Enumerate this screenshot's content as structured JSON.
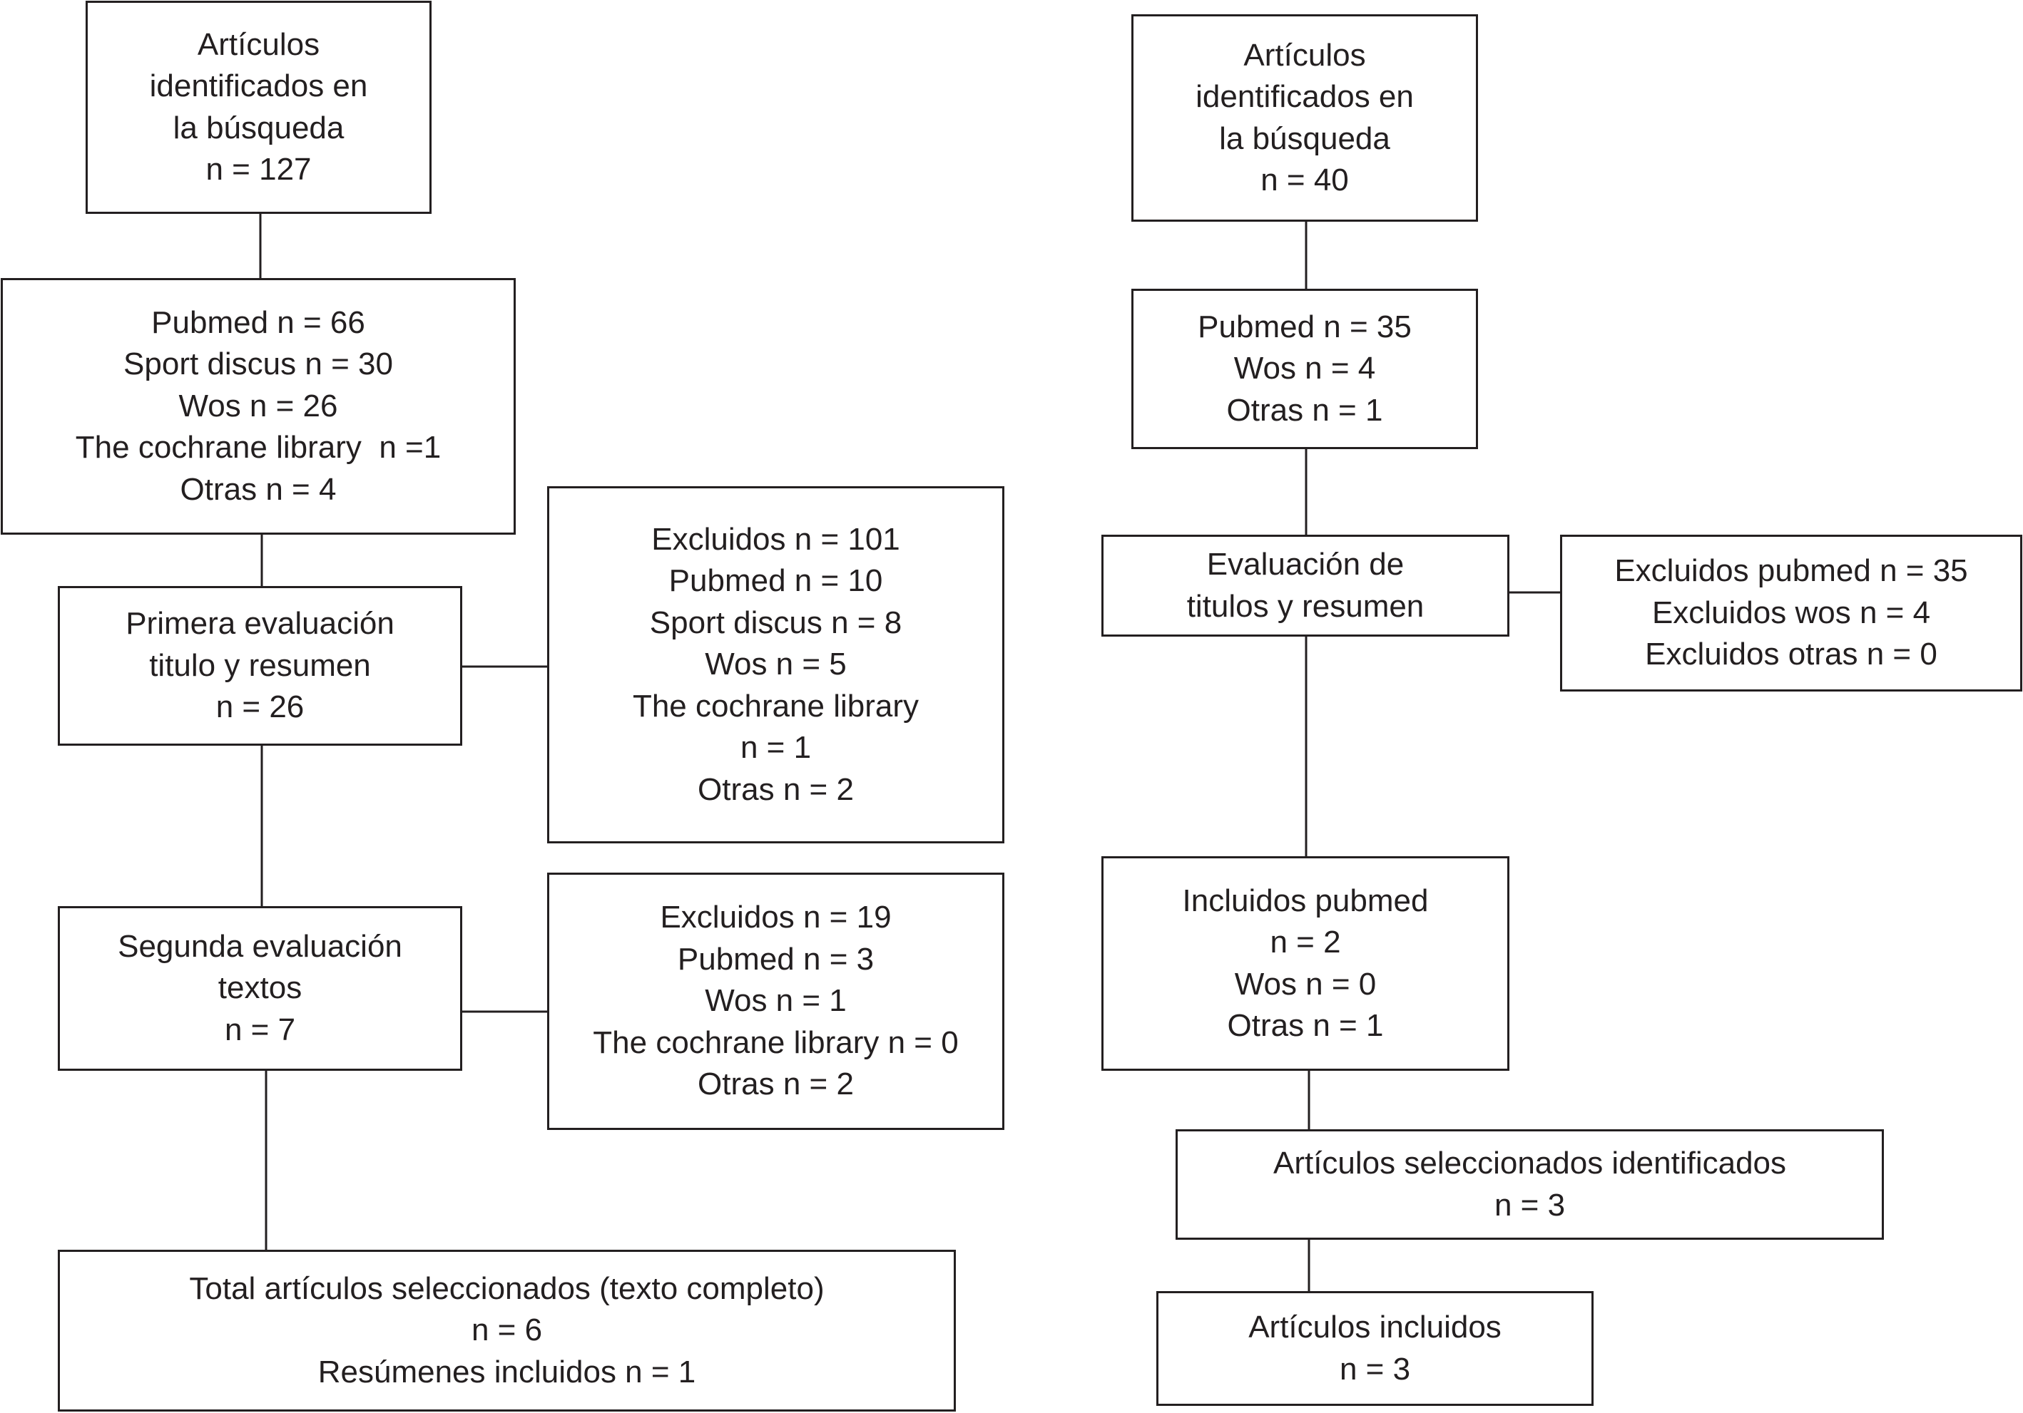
{
  "left_flow": {
    "identified": {
      "lines": [
        "Artículos",
        "identificados en",
        "la búsqueda",
        "n = 127"
      ]
    },
    "sources": {
      "lines": [
        "Pubmed n = 66",
        "Sport discus n = 30",
        "Wos n = 26",
        "The cochrane library  n =1",
        "Otras n = 4"
      ]
    },
    "first_eval": {
      "lines": [
        "Primera evaluación",
        "titulo y resumen",
        "n = 26"
      ]
    },
    "excluded_1": {
      "lines": [
        "Excluidos n = 101",
        "Pubmed n = 10",
        "Sport discus n = 8",
        "Wos n = 5",
        "The cochrane library",
        "n = 1",
        "Otras n = 2"
      ]
    },
    "second_eval": {
      "lines": [
        "Segunda evaluación",
        "textos",
        "n = 7"
      ]
    },
    "excluded_2": {
      "lines": [
        "Excluidos n = 19",
        "Pubmed n = 3",
        "Wos n = 1",
        "The cochrane library n = 0",
        "Otras n = 2"
      ]
    },
    "total": {
      "lines": [
        "Total artículos seleccionados (texto completo)",
        "n = 6",
        "Resúmenes incluidos n = 1"
      ]
    }
  },
  "right_flow": {
    "identified": {
      "lines": [
        "Artículos",
        "identificados en",
        "la búsqueda",
        "n = 40"
      ]
    },
    "sources": {
      "lines": [
        "Pubmed n = 35",
        "Wos n = 4",
        "Otras n = 1"
      ]
    },
    "eval": {
      "lines": [
        "Evaluación de",
        "titulos y resumen"
      ]
    },
    "excluded": {
      "lines": [
        "Excluidos pubmed n = 35",
        "Excluidos wos n = 4",
        "Excluidos otras n = 0"
      ]
    },
    "included": {
      "lines": [
        "Incluidos pubmed",
        "n = 2",
        "Wos n = 0",
        "Otras n = 1"
      ]
    },
    "selected": {
      "lines": [
        "Artículos seleccionados identificados",
        "n = 3"
      ]
    },
    "final": {
      "lines": [
        "Artículos incluidos",
        "n = 3"
      ]
    }
  }
}
